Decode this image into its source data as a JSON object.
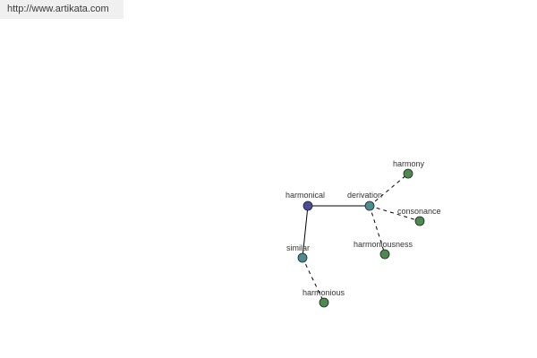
{
  "banner": {
    "url": "http://www.artikata.com"
  },
  "colors": {
    "root_node": "#4a4e9a",
    "relation_node": "#4b8d8c",
    "leaf_node": "#4d8a4f",
    "edge": "#000000",
    "node_stroke": "#222222",
    "label": "#333333",
    "banner_bg": "#f0f0f0"
  },
  "graph": {
    "nodes": [
      {
        "id": "harmonical",
        "label": "harmonical",
        "kind": "root"
      },
      {
        "id": "derivation",
        "label": "derivation",
        "kind": "relation"
      },
      {
        "id": "similar",
        "label": "similar",
        "kind": "relation"
      },
      {
        "id": "harmony",
        "label": "harmony",
        "kind": "leaf"
      },
      {
        "id": "consonance",
        "label": "consonance",
        "kind": "leaf"
      },
      {
        "id": "harmoniousness",
        "label": "harmoniousness",
        "kind": "leaf"
      },
      {
        "id": "harmonious",
        "label": "harmonious",
        "kind": "leaf"
      }
    ],
    "edges": [
      {
        "from": "harmonical",
        "to": "derivation",
        "style": "solid"
      },
      {
        "from": "harmonical",
        "to": "similar",
        "style": "solid"
      },
      {
        "from": "derivation",
        "to": "harmony",
        "style": "dashed"
      },
      {
        "from": "derivation",
        "to": "consonance",
        "style": "dashed"
      },
      {
        "from": "derivation",
        "to": "harmoniousness",
        "style": "dashed"
      },
      {
        "from": "similar",
        "to": "harmonious",
        "style": "dashed"
      }
    ]
  }
}
